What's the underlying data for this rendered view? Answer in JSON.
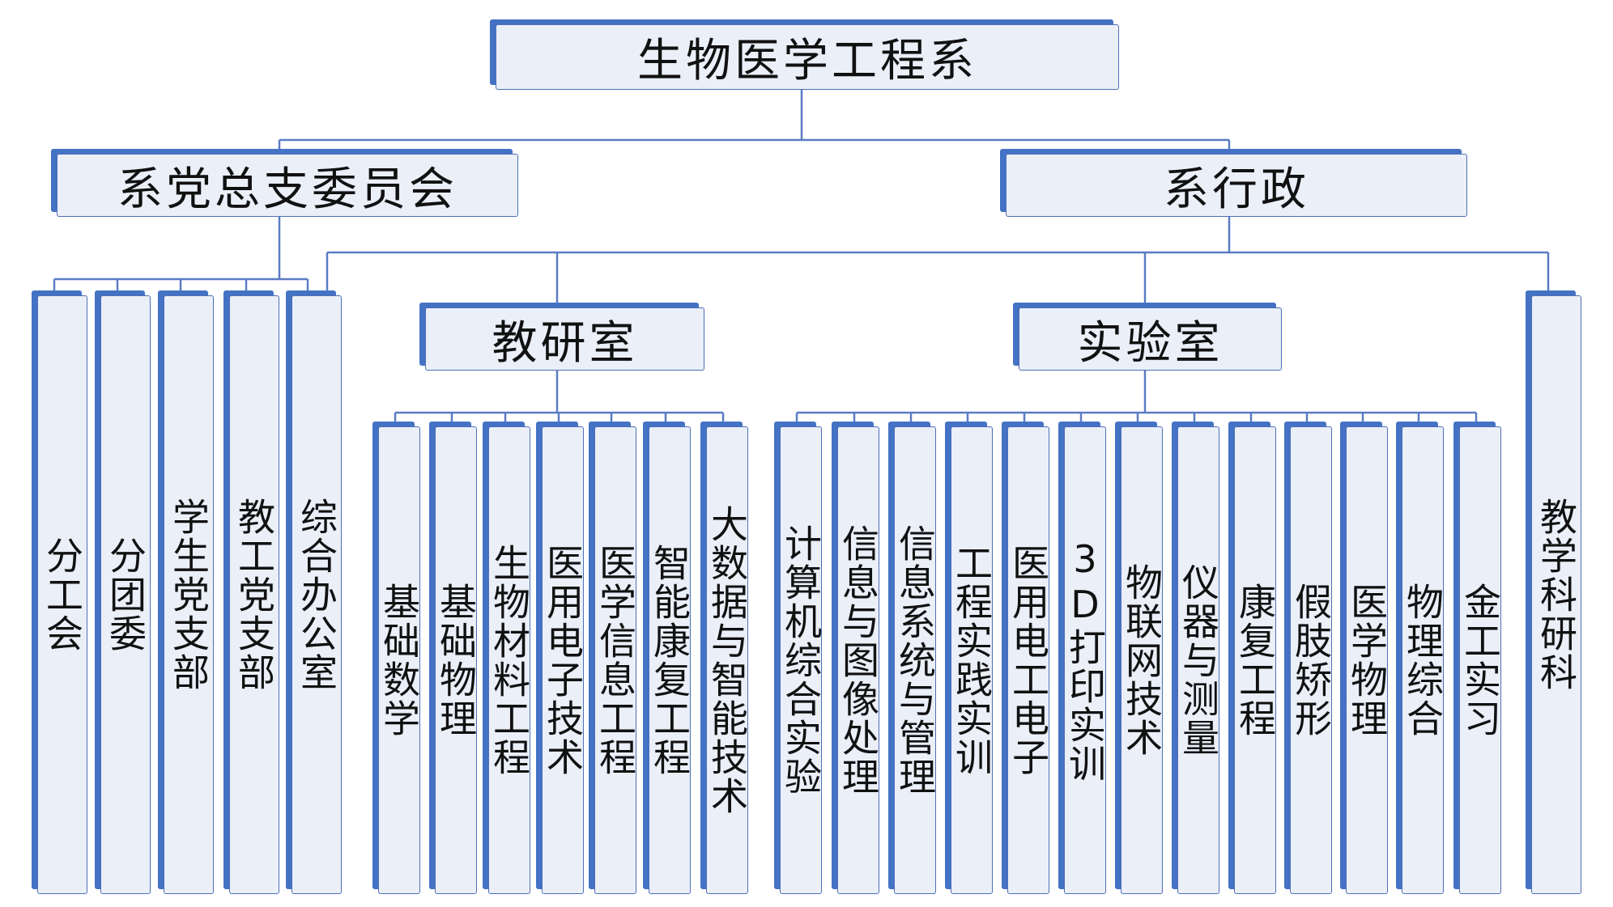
{
  "colors": {
    "accent": "#4472c4",
    "face": "#eaeff8",
    "line": "#5b7cc4"
  },
  "org_chart": {
    "root": "生物医学工程系",
    "branches": {
      "party": "系党总支委员会",
      "admin": "系行政",
      "teaching": "教研室",
      "lab": "实验室"
    },
    "party_units": [
      "分工会",
      "分团委",
      "学生党支部",
      "教工党支部",
      "综合办公室"
    ],
    "teaching_units": [
      "基础数学",
      "基础物理",
      "生物材料工程",
      "医用电子技术",
      "医学信息工程",
      "智能康复工程",
      "大数据与智能技术"
    ],
    "lab_units": [
      "计算机综合实验",
      "信息与图像处理",
      "信息系统与管理",
      "工程实践实训",
      "医用电工电子",
      "3D打印实训",
      "物联网技术",
      "仪器与测量",
      "康复工程",
      "假肢矫形",
      "医学物理",
      "物理综合",
      "金工实习"
    ],
    "research_unit": "教学科研科"
  }
}
